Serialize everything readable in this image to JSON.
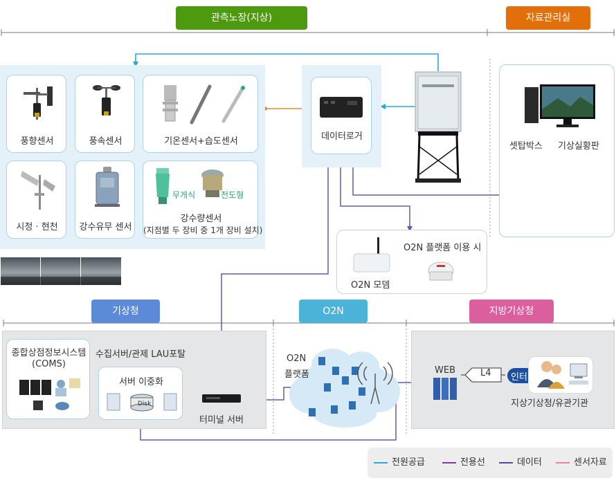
{
  "headers": {
    "field": {
      "label": "관측노장(지상)",
      "color": "#4d9a0f"
    },
    "archive": {
      "label": "자료관리실",
      "color": "#e36f0b"
    },
    "kma": {
      "label": "기상청",
      "color": "#5b8ad9"
    },
    "o2n": {
      "label": "O2N",
      "color": "#4cb3d8"
    },
    "regional": {
      "label": "지방기상청",
      "color": "#dc5f9d"
    }
  },
  "sensors": {
    "wind_dir": "풍향센서",
    "wind_speed": "풍속센서",
    "temp_hum": "기온센서+습도센서",
    "visibility": "시정 · 현천",
    "precip_presence": "강수유무 센서",
    "weighing": "무게식",
    "conductive": "전도형",
    "rain_title": "강수량센서",
    "rain_note": "(지점별 두 장비 중 1개 장비 설치)"
  },
  "datalogger": "데이터로거",
  "archive_room": {
    "settop": "셋탑박스",
    "display": "기상실황판"
  },
  "o2n_box": {
    "usage": "O2N 플랫폼 이용 시",
    "modem": "O2N 모뎀"
  },
  "kma_box": {
    "coms_line1": "종합상점정보시스템",
    "coms_line2": "(COMS)",
    "collect": "수집서버/관제 LAU포탈",
    "redundancy": "서버 이중화",
    "disk": "Disk",
    "terminal": "터미널 서버"
  },
  "o2n_platform": {
    "line1": "O2N",
    "line2": "플랫폼"
  },
  "regional_box": {
    "web": "WEB",
    "l4": "L4",
    "internet": "인터넷",
    "org": "지상기상청/유관기관"
  },
  "legend": [
    {
      "label": "전원공급",
      "color": "#29a8d8"
    },
    {
      "label": "전용선",
      "color": "#7b3aa0"
    },
    {
      "label": "데이터",
      "color": "#4b4b9a"
    },
    {
      "label": "센서자료",
      "color": "#e67fae"
    }
  ],
  "colors": {
    "power": "#29a8d8",
    "leased": "#7b3aa0",
    "sensor": "#e08a2b",
    "data": "#6a56a8"
  }
}
